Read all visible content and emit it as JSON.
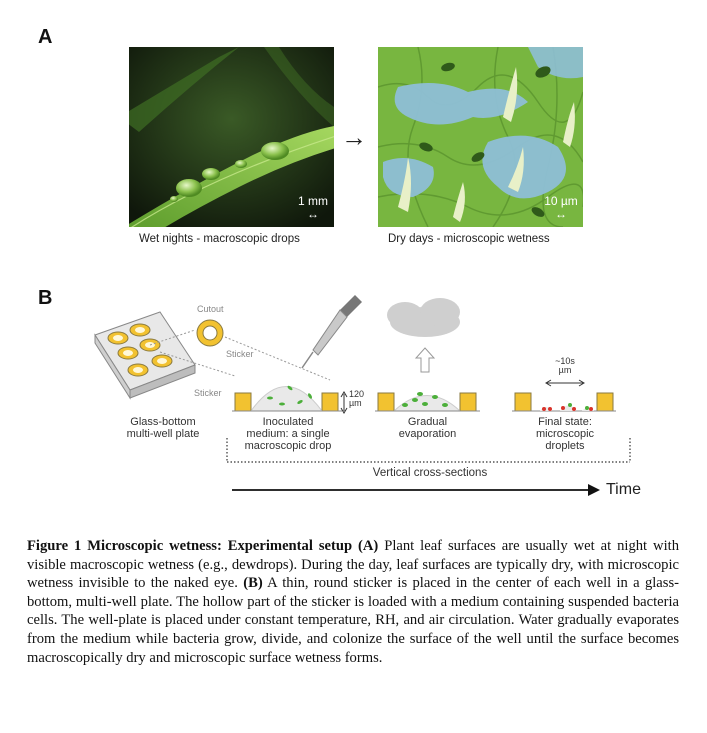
{
  "panels": {
    "a_letter": "A",
    "b_letter": "B"
  },
  "panel_a": {
    "left_scale": "1 mm",
    "left_scale_arrow": "↔",
    "left_caption": "Wet nights - macroscopic drops",
    "right_scale": "10 µm",
    "right_scale_arrow": "↔",
    "right_caption": "Dry days - microscopic wetness",
    "arrow": "→"
  },
  "panel_b": {
    "cutout": "Cutout",
    "sticker_top": "Sticker",
    "sticker_left": "Sticker",
    "plate_label_1": "Glass-bottom",
    "plate_label_2": "multi-well plate",
    "height_1": "120",
    "height_2": "µm",
    "inoculated_1": "Inoculated",
    "inoculated_2": "medium: a single",
    "inoculated_3": "macroscopic drop",
    "gradual_1": "Gradual",
    "gradual_2": "evaporation",
    "final_1": "Final state:",
    "final_2": "microscopic",
    "final_3": "droplets",
    "size_1": "~10s",
    "size_2": "µm",
    "cross_sections": "Vertical cross-sections",
    "time": "Time"
  },
  "figure_caption": {
    "label": "Figure 1 Microscopic wetness: Experimental setup (A)",
    "text_a": " Plant leaf surfaces are usually wet at night with visible macroscopic wetness (e.g., dewdrops). During the day, leaf surfaces are typically dry, with microscopic wetness invisible to the naked eye. ",
    "label_b": "(B)",
    "text_b": " A thin, round sticker is placed in the center of each well in a glass-bottom, multi-well plate. The hollow part of the sticker is loaded with a medium containing suspended bacteria cells. The well-plate is placed under constant temperature, RH, and air circulation. Water gradually evaporates from the medium  while bacteria grow, divide, and colonize the surface of the well until the surface becomes macroscopically dry and microscopic surface wetness forms."
  },
  "colors": {
    "leaf_green": "#7cbf3e",
    "water_blue": "#8ebfd6",
    "sticker_yellow": "#f2c230",
    "bacteria_green": "#4caf3a",
    "bacteria_red": "#d9342b"
  }
}
